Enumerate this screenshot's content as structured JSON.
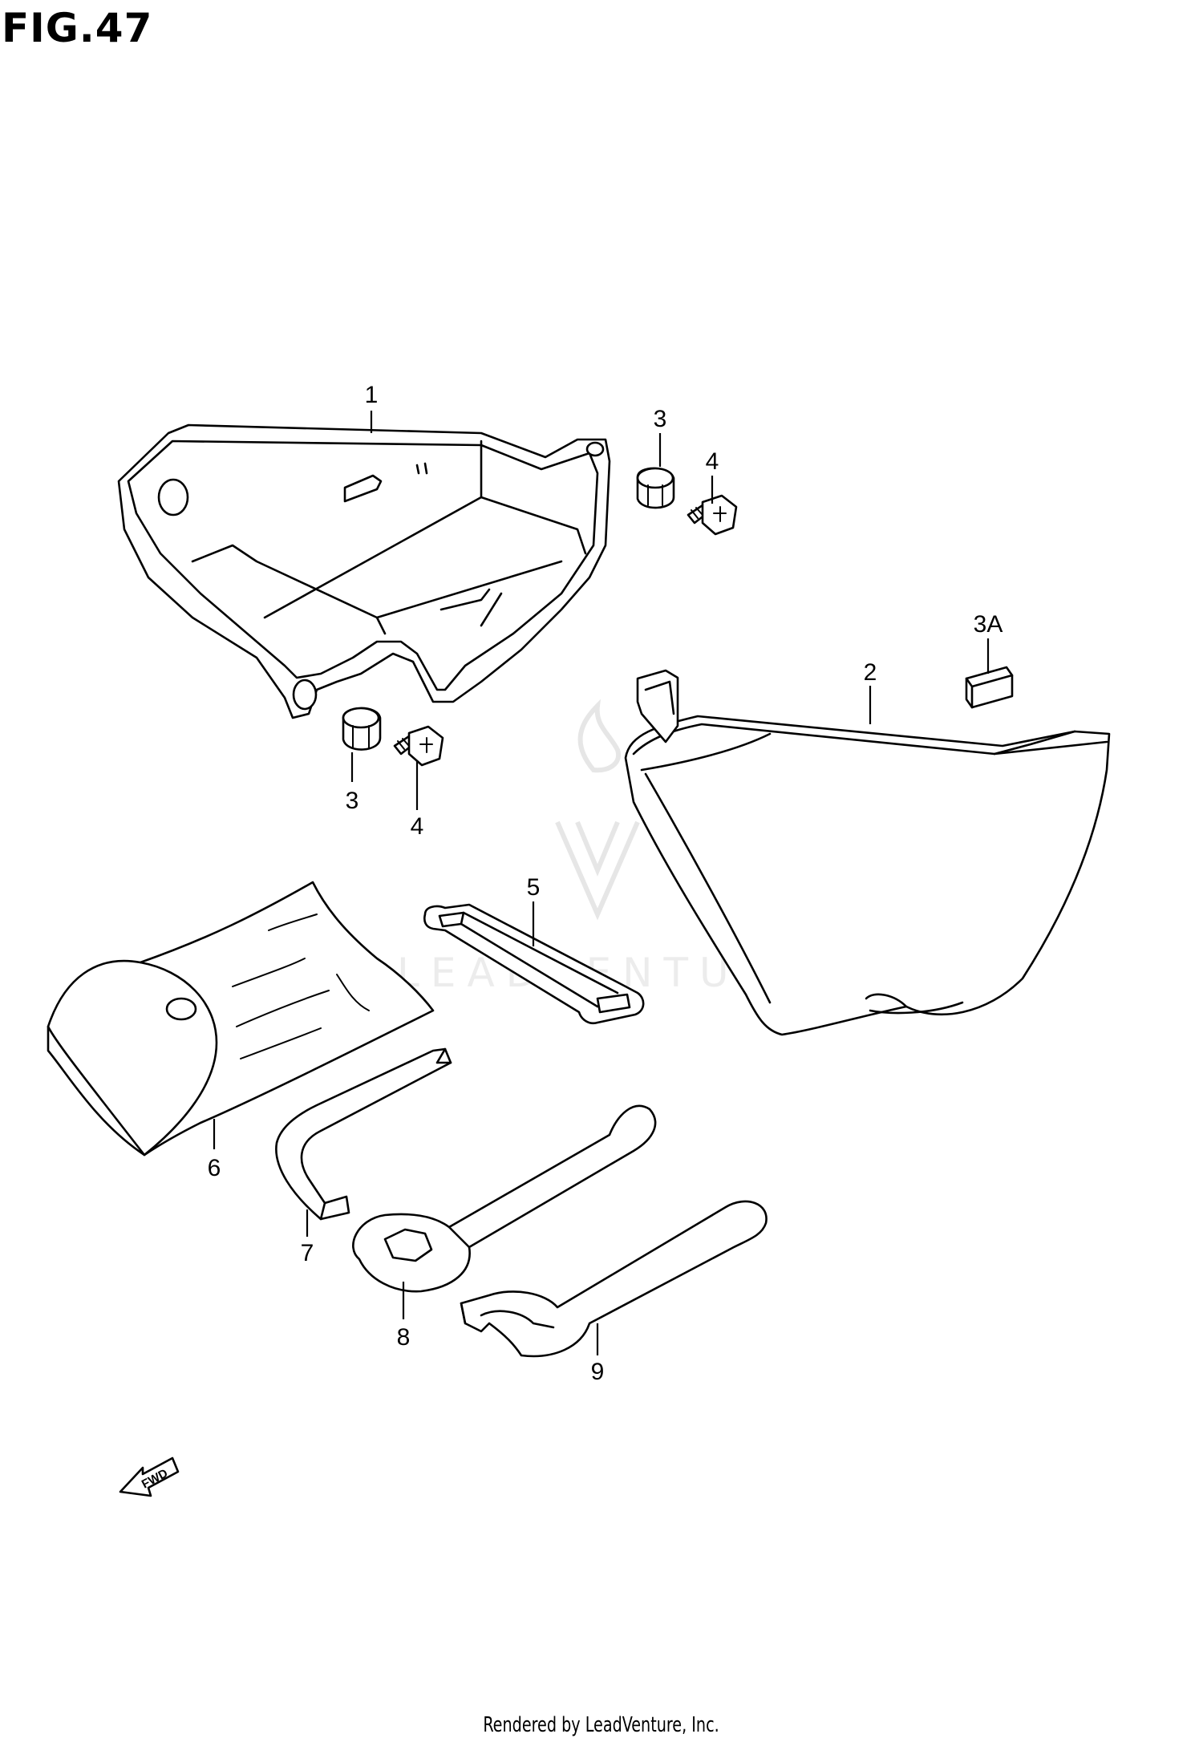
{
  "figure": {
    "title": "FIG.47",
    "footer": "Rendered by LeadVenture, Inc.",
    "watermark": "LEADVENTURE",
    "fwd_label": "FWD"
  },
  "callouts": {
    "c1": "1",
    "c2": "2",
    "c3a_top": "3",
    "c3b_bottom": "3",
    "c3A": "3A",
    "c4a_top": "4",
    "c4b_bottom": "4",
    "c5": "5",
    "c6": "6",
    "c7": "7",
    "c8": "8",
    "c9": "9"
  }
}
